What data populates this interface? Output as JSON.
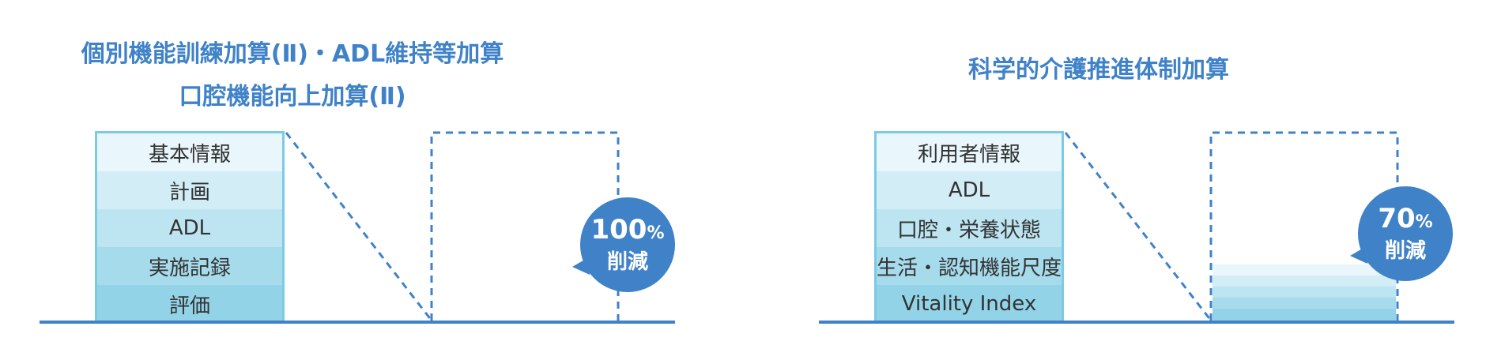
{
  "left": {
    "title_lines": [
      "個別機能訓練加算(Ⅱ)・ADL維持等加算",
      "口腔機能向上加算(Ⅱ)"
    ],
    "items": [
      "基本情報",
      "計画",
      "ADL",
      "実施記録",
      "評価"
    ],
    "reduction": {
      "value": "100",
      "unit": "%",
      "label": "削減"
    },
    "remaining_fraction": 0
  },
  "right": {
    "title_lines": [
      "科学的介護推進体制加算"
    ],
    "items": [
      "利用者情報",
      "ADL",
      "口腔・栄養状態",
      "生活・認知機能尺度",
      "Vitality Index"
    ],
    "reduction": {
      "value": "70",
      "unit": "%",
      "label": "削減"
    },
    "remaining_fraction": 0.3
  },
  "colors": {
    "accent": "#3f82c8",
    "border": "#7ccbe3"
  }
}
